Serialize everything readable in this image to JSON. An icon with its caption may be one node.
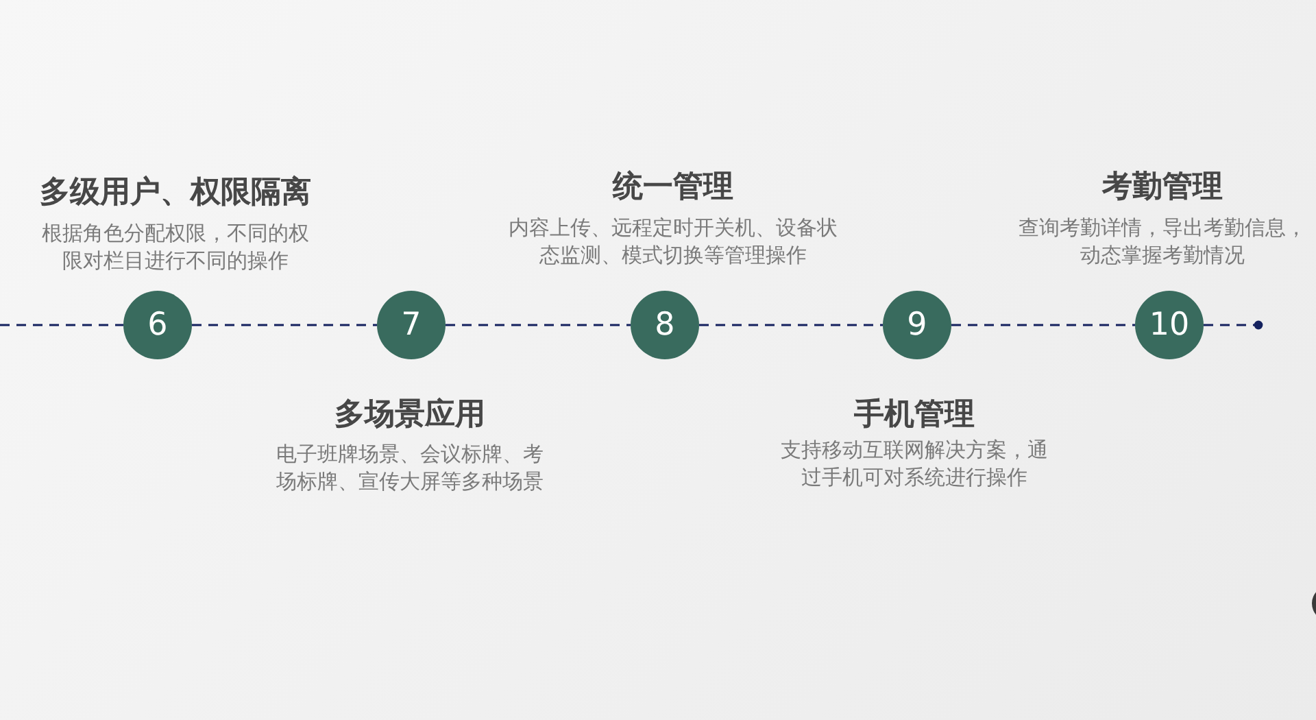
{
  "diagram": {
    "nodes": [
      {
        "text": [
          "6"
        ],
        "beside": [
          "多级用户、权限隔离",
          "根据角色分配权限，不同的权限对栏目进行不同的操作"
        ]
      },
      {
        "text": [
          "7"
        ],
        "beside": [
          "多场景应用",
          "电子班牌场景、会议标牌、考场标牌、宣传大屏等多种场景"
        ]
      },
      {
        "text": [
          "8"
        ],
        "beside": [
          "统一管理",
          "内容上传、远程定时开关机、设备状态监测、模式切换等管理操作"
        ]
      },
      {
        "text": [
          "9"
        ],
        "beside": [
          "手机管理",
          "支持移动互联网解决方案，通过手机可对系统进行操作"
        ]
      },
      {
        "text": [
          "10"
        ],
        "beside": [
          "考勤管理",
          "查询考勤详情，导出考勤信息，动态掌握考勤情况"
        ]
      }
    ],
    "edges": [
      {
        "from": null,
        "to": 0,
        "arrow": "none",
        "style": "dashed"
      },
      {
        "from": 0,
        "to": 1,
        "arrow": "none",
        "style": "dashed"
      },
      {
        "from": 1,
        "to": 2,
        "arrow": "none",
        "style": "dashed"
      },
      {
        "from": 2,
        "to": 3,
        "arrow": "none",
        "style": "dashed"
      },
      {
        "from": 3,
        "to": 4,
        "arrow": "none",
        "style": "dashed"
      },
      {
        "from": 4,
        "to": null,
        "arrow": "other",
        "style": "dashed"
      }
    ]
  }
}
